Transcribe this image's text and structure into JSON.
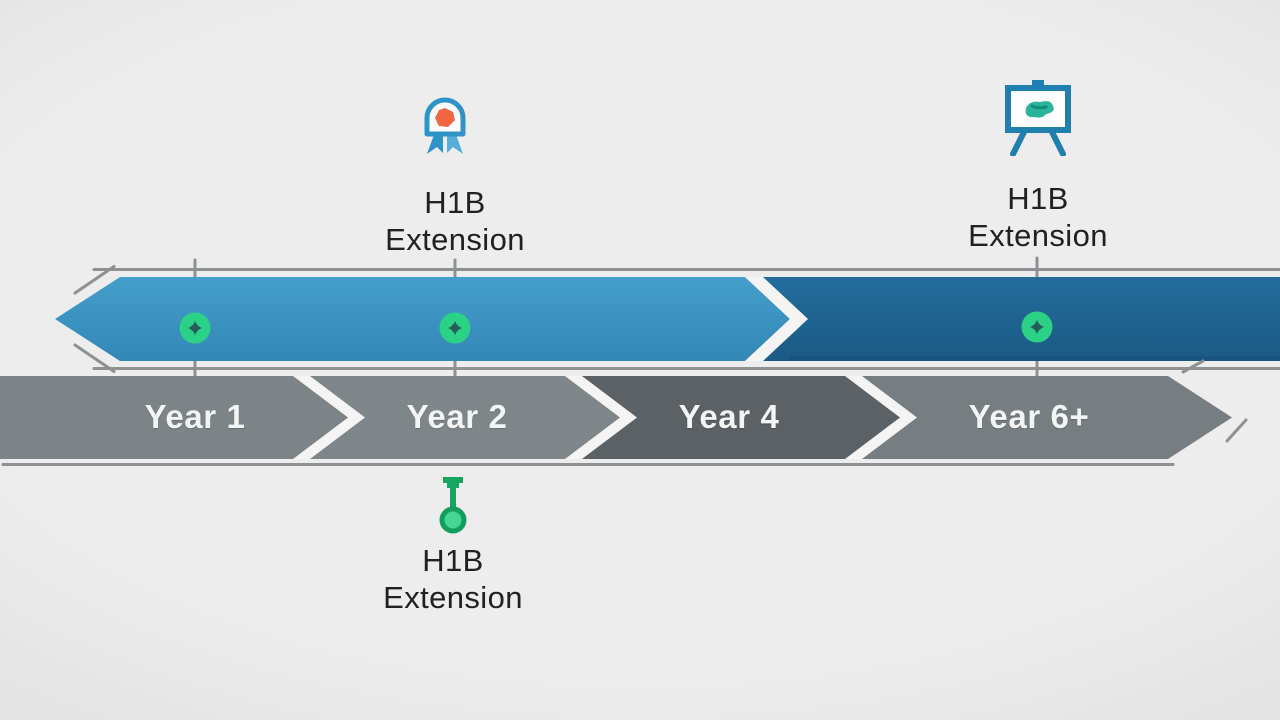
{
  "colors": {
    "background": "#ededed",
    "bar_light_blue": "#3b93c2",
    "bar_dark_blue": "#1f6390",
    "outline_gray": "#8d9194",
    "marker_green": "#2bd185",
    "marker_glyph": "#265c5c",
    "separator_white": "#f4f4f4",
    "year_text": "#f3f4f4",
    "label_text": "#212121",
    "icon_blue": "#2e93c6",
    "icon_orange": "#ee6742",
    "icon_teal": "#2bb39b",
    "icon_green": "#17a562"
  },
  "milestones": {
    "top_left": {
      "icon": "award-ribbon-icon",
      "label": "H1B\nExtension"
    },
    "top_right": {
      "icon": "easel-board-icon",
      "label": "H1B\nExtension"
    },
    "bottom": {
      "icon": "key-icon",
      "label": "H1B\nExtension"
    }
  },
  "year_bar": {
    "segments": [
      {
        "label": "Year 1",
        "color": "#7d8487"
      },
      {
        "label": "Year 2",
        "color": "#7f8689"
      },
      {
        "label": "Year 4",
        "color": "#5b6164"
      },
      {
        "label": "Year 6+",
        "color": "#777e81"
      }
    ]
  }
}
